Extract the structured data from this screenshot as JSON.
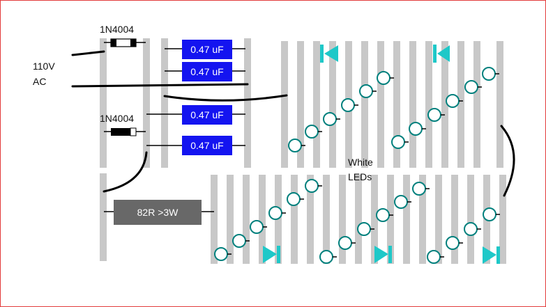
{
  "labels": {
    "supply_line1": "110V",
    "supply_line2": "AC",
    "leds_line1": "White",
    "leds_line2": "LEDs"
  },
  "diodes": [
    {
      "part": "1N4004"
    },
    {
      "part": "1N4004"
    }
  ],
  "capacitors": [
    {
      "value": "0.47 uF"
    },
    {
      "value": "0.47 uF"
    },
    {
      "value": "0.47 uF"
    },
    {
      "value": "0.47 uF"
    }
  ],
  "resistor": {
    "value": "82R >3W"
  },
  "colors": {
    "strip": "#c8c8c8",
    "capacitor": "#1414f0",
    "resistor": "#686868",
    "led": "#00807d",
    "zener": "#1ec8c8",
    "frame": "#e23b3b"
  }
}
